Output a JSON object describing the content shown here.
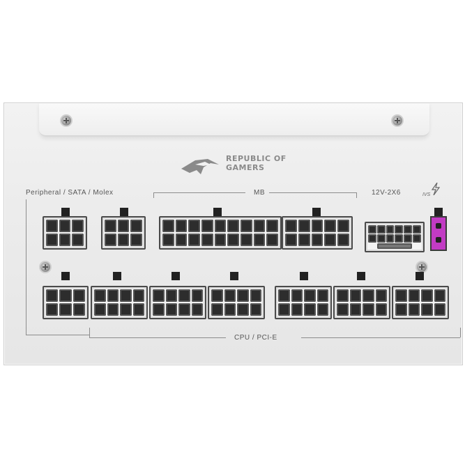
{
  "labels": {
    "peripheral": "Peripheral / SATA / Molex",
    "mb": "MB",
    "v12": "12V-2X6",
    "cpu": "CPU / PCI-E",
    "ivs": "IVS"
  },
  "brand": {
    "line1": "REPUBLIC OF",
    "line2": "GAMERS"
  },
  "colors": {
    "panel": "#eeeeee",
    "connector_border": "#4a4a4a",
    "pin": "#2d2d2d",
    "sense_connector": "#c23bc4"
  },
  "icons": [
    "screw-icon",
    "rog-eye-logo-icon",
    "lightning-bolt-icon"
  ]
}
